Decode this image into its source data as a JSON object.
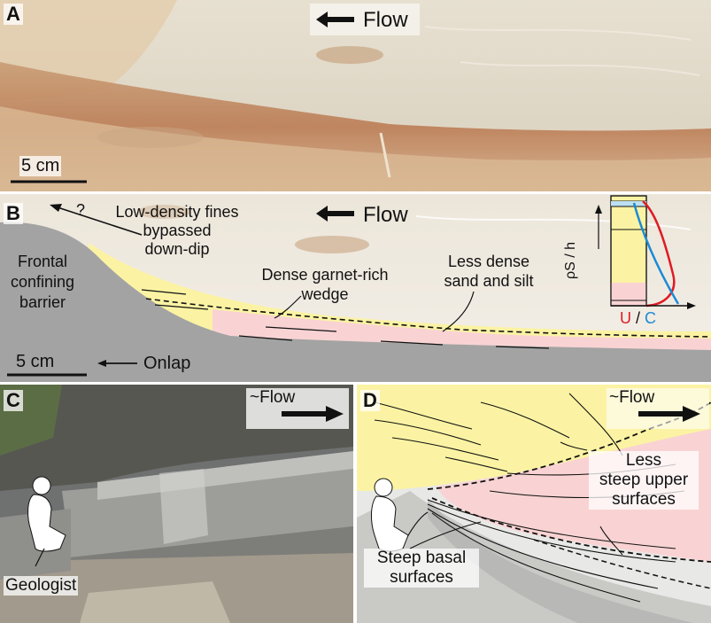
{
  "panels": {
    "A": {
      "letter": "A",
      "flow_label": "Flow",
      "scale_label": "5 cm"
    },
    "B": {
      "letter": "B",
      "flow_label": "Flow",
      "question_mark": "?",
      "fines_label": [
        "Low-density fines",
        "bypassed",
        "down-dip"
      ],
      "barrier_label": [
        "Frontal",
        "confining",
        "barrier"
      ],
      "wedge_label": [
        "Dense garnet-rich",
        "wedge"
      ],
      "sand_label": [
        "Less dense",
        "sand and silt"
      ],
      "scale_label": "5 cm",
      "onlap_label": "Onlap",
      "inset": {
        "y_axis_label": "ρS / h",
        "u_label": "U",
        "slash": "/",
        "c_label": "C",
        "u_color": "#e01b24",
        "c_color": "#1c8ad6"
      }
    },
    "C": {
      "letter": "C",
      "flow_label": "~Flow",
      "geologist_label": "Geologist"
    },
    "D": {
      "letter": "D",
      "flow_label": "~Flow",
      "upper_label": [
        "Less",
        "steep upper",
        "surfaces"
      ],
      "basal_label": [
        "Steep basal",
        "surfaces"
      ]
    }
  },
  "colors": {
    "yellow_sand": "#fbf3a3",
    "pink_garnet": "#f9d3d3",
    "grey_barrier": "#a3a3a3"
  }
}
